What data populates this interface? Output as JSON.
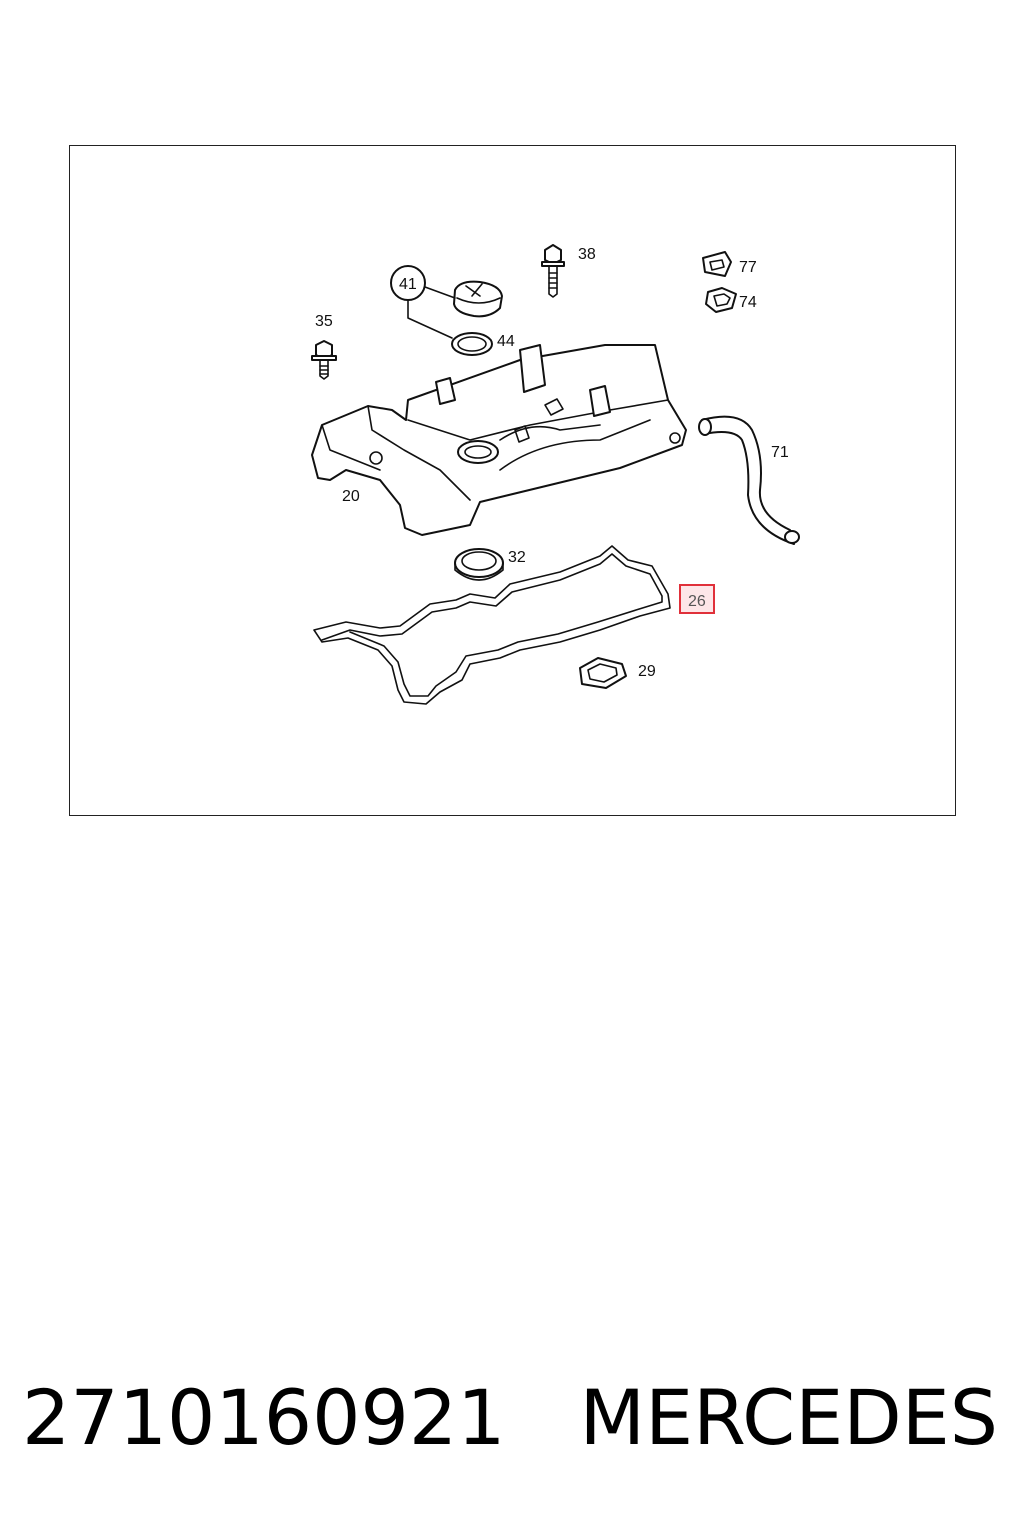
{
  "callouts": {
    "c20": "20",
    "c26": "26",
    "c29": "29",
    "c32": "32",
    "c35": "35",
    "c38": "38",
    "c41": "41",
    "c44": "44",
    "c71": "71",
    "c74": "74",
    "c77": "77"
  },
  "highlight": {
    "callout": "26",
    "stroke_color": "#e0303a",
    "fill_color": "#fde6e8"
  },
  "footer": {
    "part_number": "2710160921",
    "brand": "MERCEDES"
  }
}
